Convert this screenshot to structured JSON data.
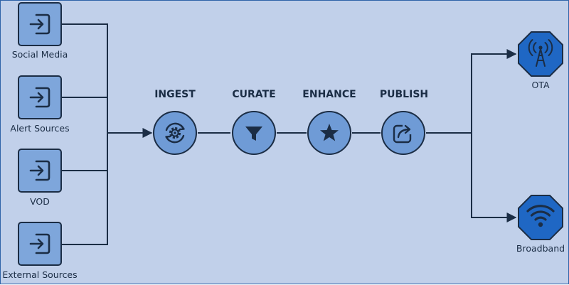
{
  "sources": [
    {
      "label": "Social Media",
      "icon": "sign-in-icon"
    },
    {
      "label": "Alert Sources",
      "icon": "sign-in-icon"
    },
    {
      "label": "VOD",
      "icon": "sign-in-icon"
    },
    {
      "label": "External Sources",
      "icon": "sign-in-icon"
    }
  ],
  "stages": [
    {
      "label": "INGEST",
      "icon": "gear-cycle-icon"
    },
    {
      "label": "CURATE",
      "icon": "filter-icon"
    },
    {
      "label": "ENHANCE",
      "icon": "star-icon"
    },
    {
      "label": "PUBLISH",
      "icon": "share-icon"
    }
  ],
  "outputs": [
    {
      "label": "OTA",
      "icon": "broadcast-tower-icon"
    },
    {
      "label": "Broadband",
      "icon": "wifi-icon"
    }
  ],
  "colors": {
    "background": "#c1d0ea",
    "node_fill": "#6f9bd6",
    "source_fill": "#7ea6db",
    "output_fill": "#1f67c4",
    "stroke": "#1b2d45"
  }
}
